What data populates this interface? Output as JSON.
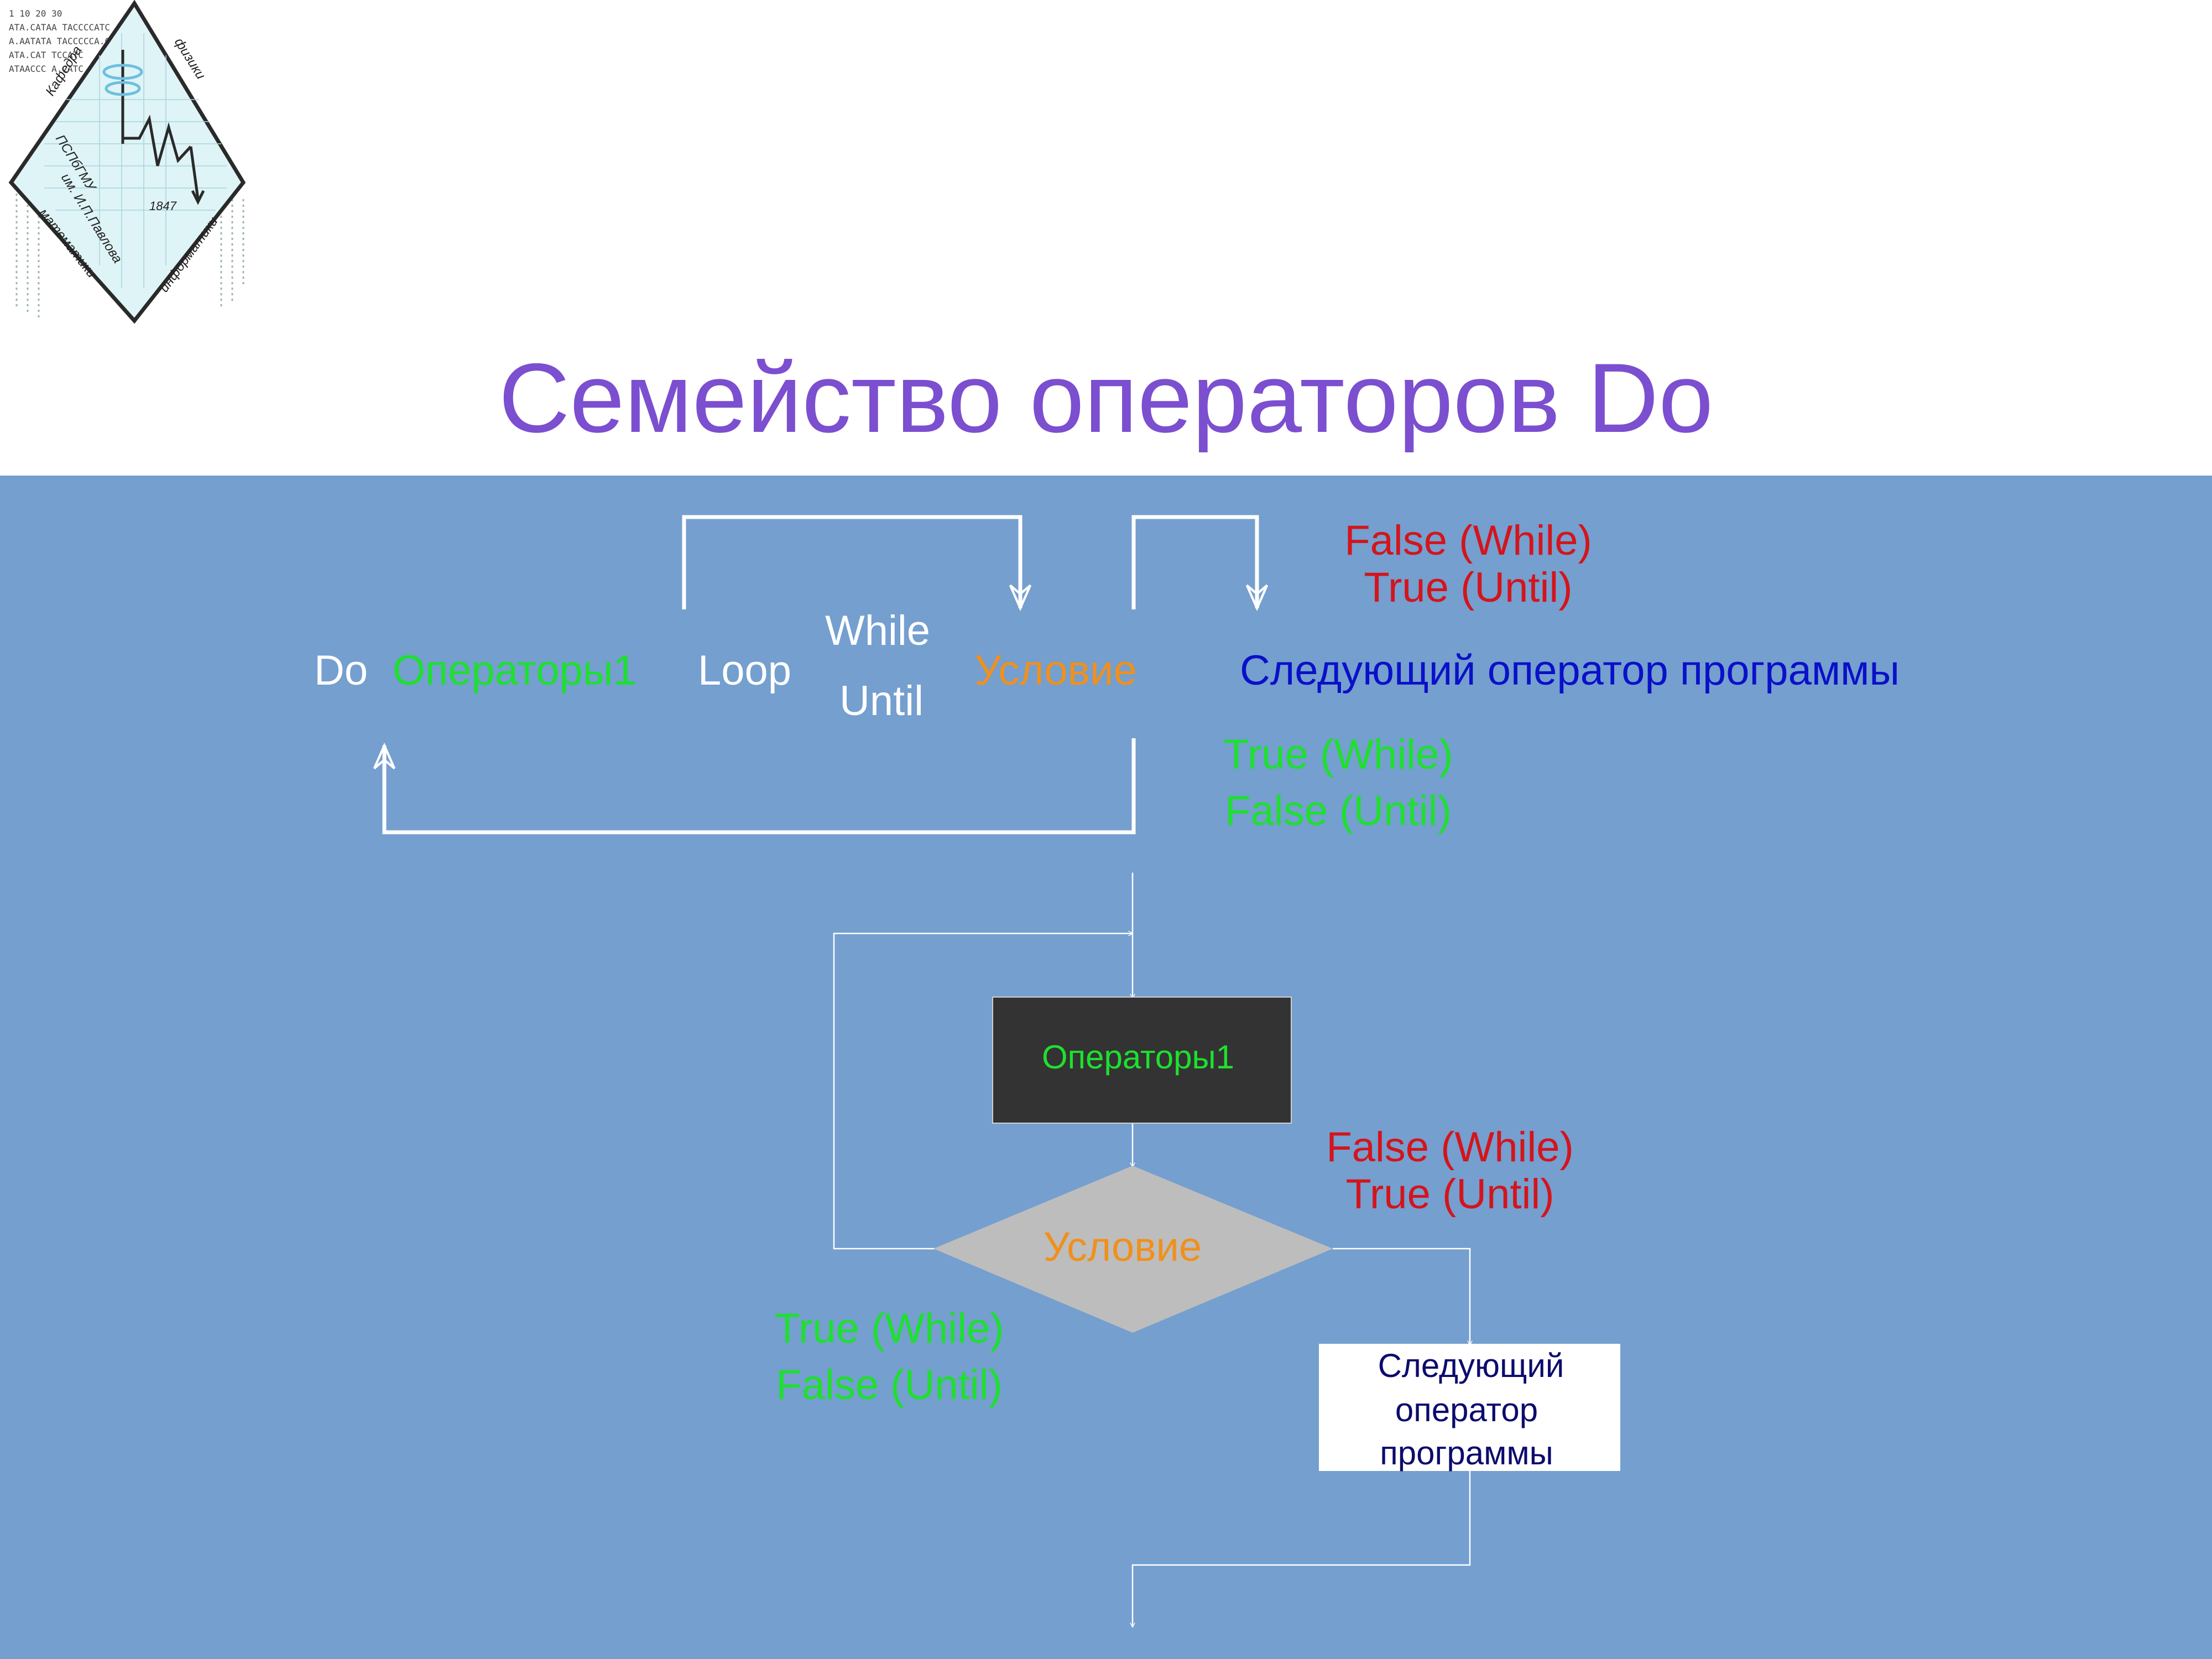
{
  "title": "Семейство операторов Do",
  "colors": {
    "title": "#7b4fcf",
    "panel_bg": "#749fcf",
    "white": "#ffffff",
    "green": "#1ee02e",
    "orange": "#f0901c",
    "red": "#d4141c",
    "blue": "#0a10c8",
    "navy": "#0b0b6e",
    "dark_box": "#333333",
    "diamond": "#bdbdbd"
  },
  "logo": {
    "dna_rows": [
      "1 10 20 30",
      "АТА.САТАА ТАССССАТС",
      "А.ААТАТА ТАСССССА.С",
      "АТА.САТ ТССАТС",
      "АТААССС А.САТС"
    ],
    "year": "1847",
    "ring_text": [
      "Кафедра",
      "физики",
      "ПСПбГМУ",
      "им. И.П.Павлова",
      "математики",
      "информатики"
    ]
  },
  "syntax": {
    "do_kw": "Do",
    "ops1": "Операторы1",
    "loop_kw": "Loop",
    "while_kw": "While",
    "until_kw": "Until",
    "condition": "Условие",
    "next": "Следующий оператор программы",
    "false_while": "False (While)",
    "true_until": "True (Until)",
    "true_while": "True (While)",
    "false_until": "False (Until)"
  },
  "flowchart": {
    "ops_box": "Операторы1",
    "condition": "Условие",
    "false_while": "False (While)",
    "true_until": "True (Until)",
    "true_while": "True (While)",
    "false_until": "False (Until)",
    "next_lines": [
      "Следующий",
      "оператор",
      "программы"
    ]
  }
}
